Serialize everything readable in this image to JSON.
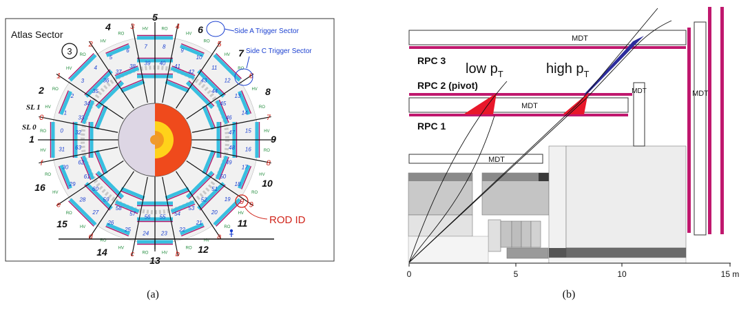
{
  "panel_a": {
    "title": "Atlas Sector",
    "sector_outer_labels": [
      "1",
      "2",
      "3",
      "4",
      "5",
      "6",
      "7",
      "8",
      "9",
      "10",
      "11",
      "12",
      "13",
      "14",
      "15",
      "16"
    ],
    "sl_labels": [
      "SL 1",
      "SL 0"
    ],
    "side_a": "Side A Trigger Sector",
    "side_c": "Side C Trigger Sector",
    "rod_id": "ROD ID",
    "rod_hex": [
      "0",
      "1",
      "2",
      "3",
      "4",
      "5",
      "6",
      "7",
      "8",
      "9",
      "a",
      "b",
      "c",
      "d",
      "e",
      "f"
    ],
    "circled_3": "3",
    "circled_9": "9",
    "inner_numbers": [
      "0",
      "1",
      "2",
      "3",
      "4",
      "5",
      "6",
      "7",
      "8",
      "9",
      "10",
      "11",
      "12",
      "13",
      "14",
      "15",
      "16",
      "17",
      "18",
      "19",
      "20",
      "21",
      "22",
      "23",
      "24",
      "25",
      "26",
      "27",
      "28",
      "29",
      "30",
      "31"
    ],
    "middle_numbers": [
      "32",
      "33",
      "34",
      "35",
      "36",
      "37",
      "38",
      "39",
      "40",
      "41",
      "42",
      "43",
      "44",
      "45",
      "46",
      "47",
      "48",
      "49",
      "50",
      "51",
      "52",
      "53",
      "54",
      "55",
      "56",
      "57",
      "58",
      "59",
      "60",
      "61",
      "62",
      "63"
    ],
    "ro_label": "RO",
    "hv_label": "HV",
    "caption": "(a)",
    "colors": {
      "blue_text": "#1a3fd0",
      "red_text": "#d0241a",
      "green_text": "#1f8a3a",
      "cyan_chamber": "#38bfe0",
      "magenta_rpc": "#b0186a"
    }
  },
  "panel_b": {
    "mdt": "MDT",
    "rpc3": "RPC 3",
    "rpc2": "RPC 2 (pivot)",
    "rpc1": "RPC 1",
    "low_pt_main": "low p",
    "high_pt_main": "high p",
    "pt_sub": "T",
    "axis_ticks": [
      "0",
      "5",
      "10",
      "15 m"
    ],
    "caption": "(b)",
    "colors": {
      "rpc": "#c0186e",
      "low_cone": "#e8172a",
      "high_cone": "#2c2c9c"
    }
  }
}
